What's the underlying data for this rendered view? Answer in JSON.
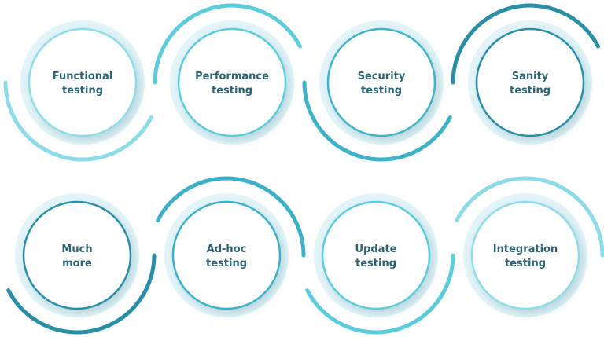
{
  "items": [
    {
      "lines": [
        "Functional",
        "testing"
      ],
      "color": "#8edbe8"
    },
    {
      "lines": [
        "Performance",
        "testing"
      ],
      "color": "#5ccbdc"
    },
    {
      "lines": [
        "Security",
        "testing"
      ],
      "color": "#3fb2c8"
    },
    {
      "lines": [
        "Sanity",
        "testing"
      ],
      "color": "#2a8fa5"
    },
    {
      "lines": [
        "Much",
        "more"
      ],
      "color": "#2a8ea6"
    },
    {
      "lines": [
        "Ad-hoc",
        "testing"
      ],
      "color": "#3db0c8"
    },
    {
      "lines": [
        "Update",
        "testing"
      ],
      "color": "#5ccbdc"
    },
    {
      "lines": [
        "Integration",
        "testing"
      ],
      "color": "#8edbe8"
    }
  ]
}
